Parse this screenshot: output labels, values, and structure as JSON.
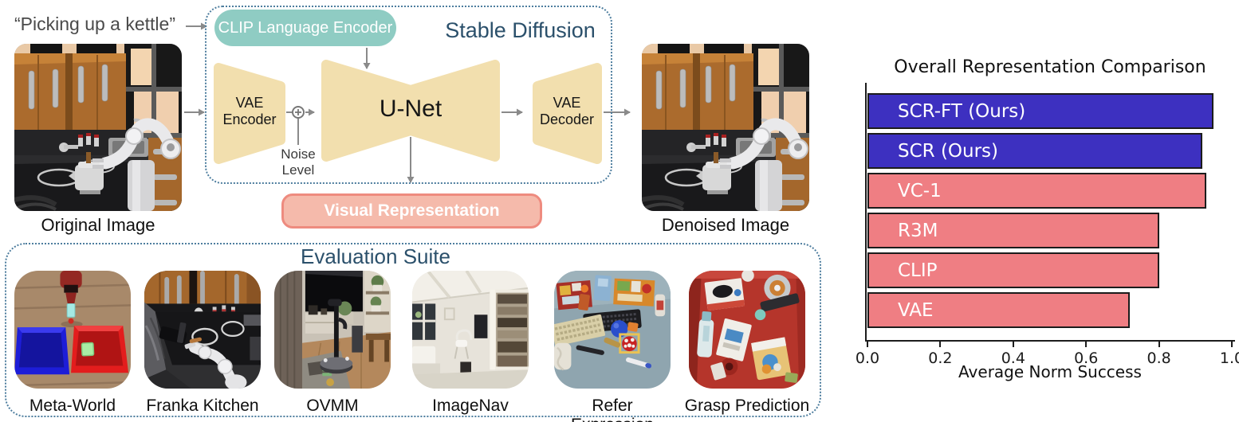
{
  "prompt": {
    "text": "“Picking up a kettle”"
  },
  "stable_diffusion": {
    "title": "Stable Diffusion",
    "clip_encoder_label": "CLIP Language Encoder",
    "vae_encoder_label": "VAE Encoder",
    "unet_label": "U-Net",
    "noise_level_label": "Noise Level",
    "vae_decoder_label": "VAE Decoder",
    "visual_representation_label": "Visual Representation"
  },
  "images": {
    "original_label": "Original Image",
    "denoised_label": "Denoised Image"
  },
  "evaluation": {
    "title": "Evaluation Suite",
    "items": [
      {
        "label": "Meta-World"
      },
      {
        "label": "Franka Kitchen"
      },
      {
        "label": "OVMM"
      },
      {
        "label": "ImageNav"
      },
      {
        "label": "Refer Expression"
      },
      {
        "label": "Grasp Prediction"
      }
    ]
  },
  "chart_data": {
    "type": "bar",
    "orientation": "horizontal",
    "title": "Overall Representation Comparison",
    "xlabel": "Average Norm Success",
    "categories": [
      "SCR-FT (Ours)",
      "SCR (Ours)",
      "VC-1",
      "R3M",
      "CLIP",
      "VAE"
    ],
    "values": [
      0.95,
      0.92,
      0.93,
      0.8,
      0.8,
      0.72
    ],
    "bar_colors": [
      "#3d30c0",
      "#3d30c0",
      "#ef7e83",
      "#ef7e83",
      "#ef7e83",
      "#ef7e83"
    ],
    "bar_edge_color": "#1c1c1c",
    "label_color": "#ffffff",
    "xlim": [
      0.0,
      1.0
    ],
    "xtick_labels": [
      "0.0",
      "0.2",
      "0.4",
      "0.6",
      "0.8",
      "1.0"
    ],
    "grid": false,
    "legend": false
  },
  "colors": {
    "teal_encoder_box": "#8fccc3",
    "tan_shape": "#f2dfae",
    "visual_rep_fill": "#f5baab",
    "visual_rep_border": "#ee8b7f",
    "dotted_border": "#4d7d9e",
    "heading_teal": "#2b506b",
    "arrow_gray": "#8a8a8a",
    "bar_blue": "#3d30c0",
    "bar_salmon": "#ef7e83"
  }
}
